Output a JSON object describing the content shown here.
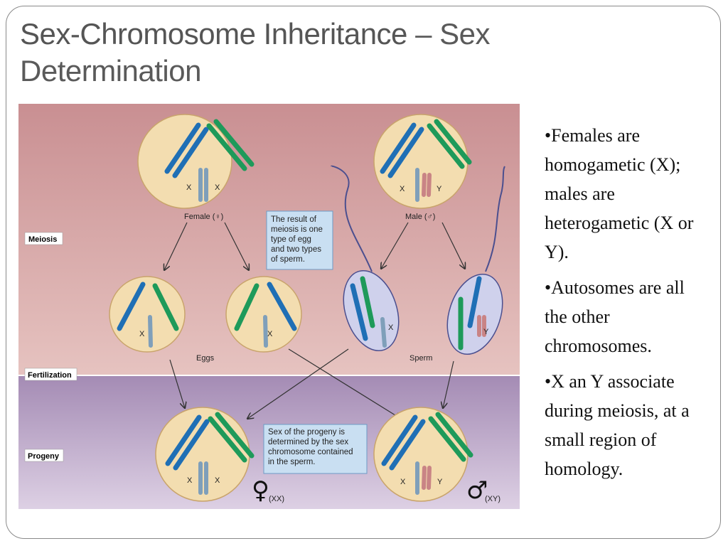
{
  "title": {
    "main": "Sex-Chromosome Inheritance",
    "dash": " – ",
    "sub_line1": "Sex",
    "sub_line2": "Determination"
  },
  "diagram": {
    "stage_labels": {
      "meiosis": "Meiosis",
      "fertilization": "Fertilization",
      "progeny": "Progeny"
    },
    "parents": {
      "female_label": "Female (♀)",
      "male_label": "Male (♂)"
    },
    "chrom_labels": {
      "x": "X",
      "y": "Y"
    },
    "gamete_labels": {
      "eggs": "Eggs",
      "sperm": "Sperm"
    },
    "note_meiosis": [
      "The result of",
      "meiosis is one",
      "type of egg",
      "and two types",
      "of sperm."
    ],
    "note_progeny": [
      "Sex of the progeny is",
      "determined by the sex",
      "chromosome contained",
      "in the sperm."
    ],
    "progeny": {
      "female_symbol": "♀",
      "female_genotype": "(XX)",
      "male_symbol": "♂",
      "male_genotype": "(XY)"
    },
    "colors": {
      "meiosis_bg_top": "#c98f92",
      "meiosis_bg_bottom": "#e3bcbb",
      "progeny_bg_top": "#a98fb7",
      "progeny_bg_bottom": "#d8c8e0",
      "cell_fill": "#f3ddb0",
      "sperm_fill": "#cfd1ec",
      "blue_chrom": "#1f6fb5",
      "green_chrom": "#1e9a5a",
      "x_chrom": "#7f9fba",
      "y_chrom": "#c98485",
      "note_fill": "#c9dff2",
      "note_border": "#6d9bc6"
    }
  },
  "bullets": [
    "•Females are homogametic (X); males are heterogametic (X or Y).",
    "•Autosomes are all the other chromosomes.",
    "•X an Y associate during meiosis, at a small region of homology."
  ]
}
